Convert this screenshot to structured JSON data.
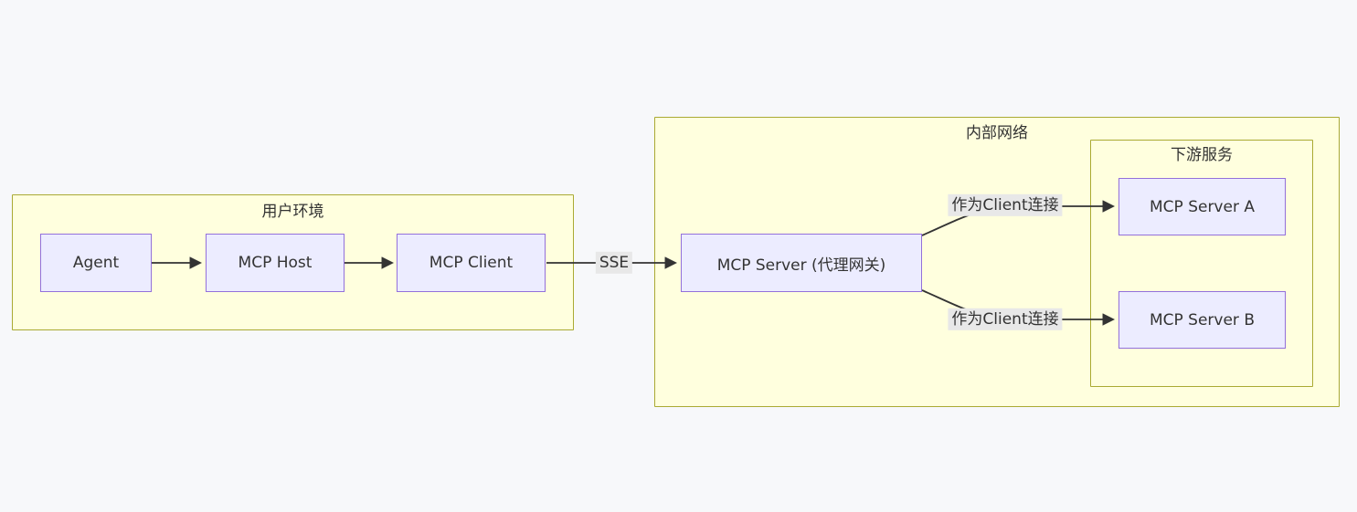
{
  "diagram": {
    "clusters": {
      "user_env": {
        "title": "用户环境"
      },
      "internal_net": {
        "title": "内部网络"
      },
      "downstream": {
        "title": "下游服务"
      }
    },
    "nodes": {
      "agent": {
        "label": "Agent"
      },
      "mcp_host": {
        "label": "MCP Host"
      },
      "mcp_client": {
        "label": "MCP Client"
      },
      "mcp_server_gateway": {
        "label": "MCP Server (代理网关)"
      },
      "mcp_server_a": {
        "label": "MCP Server A"
      },
      "mcp_server_b": {
        "label": "MCP Server B"
      }
    },
    "connections": [
      {
        "from": "Agent",
        "to": "MCP Host",
        "label": ""
      },
      {
        "from": "MCP Host",
        "to": "MCP Client",
        "label": ""
      },
      {
        "from": "MCP Client",
        "to": "MCP Server (代理网关)",
        "label": "SSE"
      },
      {
        "from": "MCP Server (代理网关)",
        "to": "MCP Server A",
        "label": "作为Client连接"
      },
      {
        "from": "MCP Server (代理网关)",
        "to": "MCP Server B",
        "label": "作为Client连接"
      }
    ],
    "colors": {
      "canvas_background": "#f7f8fa",
      "cluster_fill": "#ffffde",
      "cluster_border": "#aaaa33",
      "node_fill": "#ececff",
      "node_border": "#9370db",
      "edge_stroke": "#333333",
      "edge_label_background": "#e8e8e8",
      "text": "#333333"
    }
  }
}
